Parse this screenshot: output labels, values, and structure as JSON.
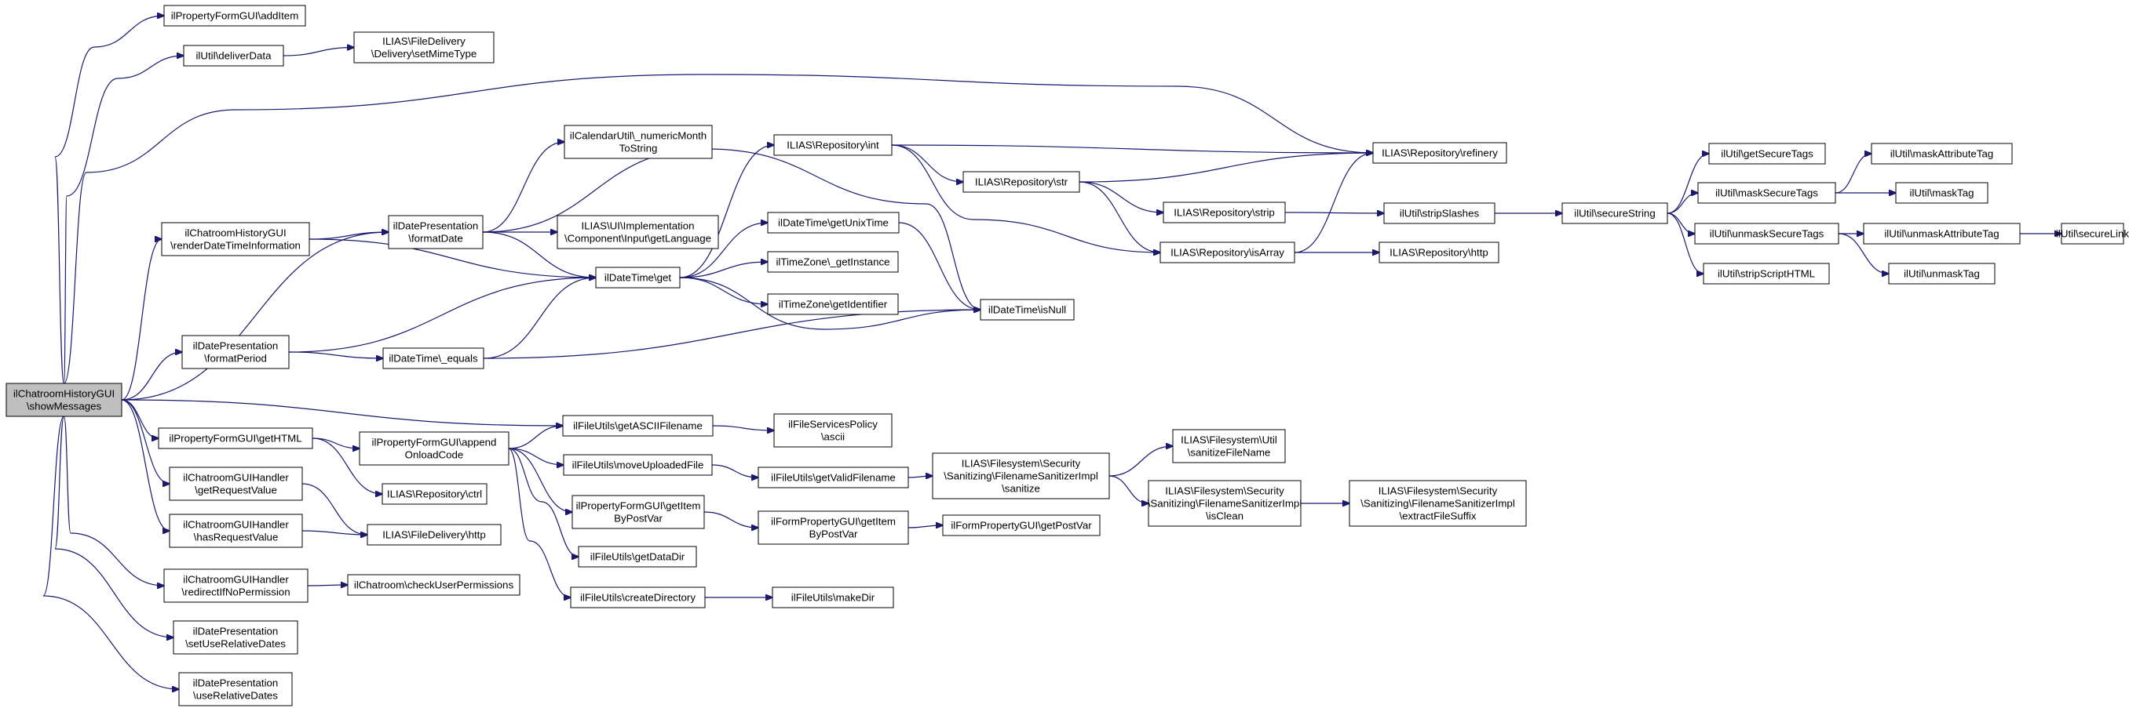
{
  "diagram": {
    "title": "",
    "root_node": "showMessages",
    "colors": {
      "edge": "#191970",
      "root_fill": "#bfbfbf",
      "node_fill": "#ffffff",
      "node_border": "#000000"
    },
    "nodes": [
      {
        "id": "showMessages",
        "lines": [
          "ilChatroomHistoryGUI",
          "\\showMessages"
        ]
      },
      {
        "id": "addItem",
        "lines": [
          "ilPropertyFormGUI\\addItem"
        ]
      },
      {
        "id": "deliverData",
        "lines": [
          "ilUtil\\deliverData"
        ]
      },
      {
        "id": "setMimeType",
        "lines": [
          "ILIAS\\FileDelivery",
          "\\Delivery\\setMimeType"
        ]
      },
      {
        "id": "renderDateTime",
        "lines": [
          "ilChatroomHistoryGUI",
          "\\renderDateTimeInformation"
        ]
      },
      {
        "id": "formatPeriod",
        "lines": [
          "ilDatePresentation",
          "\\formatPeriod"
        ]
      },
      {
        "id": "getHTML",
        "lines": [
          "ilPropertyFormGUI\\getHTML"
        ]
      },
      {
        "id": "getRequestValue",
        "lines": [
          "ilChatroomGUIHandler",
          "\\getRequestValue"
        ]
      },
      {
        "id": "hasRequestValue",
        "lines": [
          "ilChatroomGUIHandler",
          "\\hasRequestValue"
        ]
      },
      {
        "id": "redirectIfNoPermission",
        "lines": [
          "ilChatroomGUIHandler",
          "\\redirectIfNoPermission"
        ]
      },
      {
        "id": "setUseRelativeDates",
        "lines": [
          "ilDatePresentation",
          "\\setUseRelativeDates"
        ]
      },
      {
        "id": "useRelativeDates",
        "lines": [
          "ilDatePresentation",
          "\\useRelativeDates"
        ]
      },
      {
        "id": "formatDate",
        "lines": [
          "ilDatePresentation",
          "\\formatDate"
        ]
      },
      {
        "id": "equals",
        "lines": [
          "ilDateTime\\_equals"
        ]
      },
      {
        "id": "appendOnloadCode",
        "lines": [
          "ilPropertyFormGUI\\append",
          "OnloadCode"
        ]
      },
      {
        "id": "repoCtrl",
        "lines": [
          "ILIAS\\Repository\\ctrl"
        ]
      },
      {
        "id": "fileDeliveryHttp",
        "lines": [
          "ILIAS\\FileDelivery\\http"
        ]
      },
      {
        "id": "checkUserPermissions",
        "lines": [
          "ilChatroom\\checkUserPermissions"
        ]
      },
      {
        "id": "numericMonth",
        "lines": [
          "ilCalendarUtil\\_numericMonth",
          "ToString"
        ]
      },
      {
        "id": "getLanguage",
        "lines": [
          "ILIAS\\UI\\Implementation",
          "\\Component\\Input\\getLanguage"
        ]
      },
      {
        "id": "dtGet",
        "lines": [
          "ilDateTime\\get"
        ]
      },
      {
        "id": "getASCIIFilename",
        "lines": [
          "ilFileUtils\\getASCIIFilename"
        ]
      },
      {
        "id": "moveUploadedFile",
        "lines": [
          "ilFileUtils\\moveUploadedFile"
        ]
      },
      {
        "id": "pfGetItemByPostVar",
        "lines": [
          "ilPropertyFormGUI\\getItem",
          "ByPostVar"
        ]
      },
      {
        "id": "getDataDir",
        "lines": [
          "ilFileUtils\\getDataDir"
        ]
      },
      {
        "id": "createDirectory",
        "lines": [
          "ilFileUtils\\createDirectory"
        ]
      },
      {
        "id": "repoInt",
        "lines": [
          "ILIAS\\Repository\\int"
        ]
      },
      {
        "id": "getUnixTime",
        "lines": [
          "ilDateTime\\getUnixTime"
        ]
      },
      {
        "id": "getInstance",
        "lines": [
          "ilTimeZone\\_getInstance"
        ]
      },
      {
        "id": "getIdentifier",
        "lines": [
          "ilTimeZone\\getIdentifier"
        ]
      },
      {
        "id": "asciiPolicy",
        "lines": [
          "ilFileServicesPolicy",
          "\\ascii"
        ]
      },
      {
        "id": "getValidFilename",
        "lines": [
          "ilFileUtils\\getValidFilename"
        ]
      },
      {
        "id": "fpGetItemByPostVar",
        "lines": [
          "ilFormPropertyGUI\\getItem",
          "ByPostVar"
        ]
      },
      {
        "id": "makeDir",
        "lines": [
          "ilFileUtils\\makeDir"
        ]
      },
      {
        "id": "repoStr",
        "lines": [
          "ILIAS\\Repository\\str"
        ]
      },
      {
        "id": "isNull",
        "lines": [
          "ilDateTime\\isNull"
        ]
      },
      {
        "id": "sanitize",
        "lines": [
          "ILIAS\\Filesystem\\Security",
          "\\Sanitizing\\FilenameSanitizerImpl",
          "\\sanitize"
        ]
      },
      {
        "id": "getPostVar",
        "lines": [
          "ilFormPropertyGUI\\getPostVar"
        ]
      },
      {
        "id": "repoStrip",
        "lines": [
          "ILIAS\\Repository\\strip"
        ]
      },
      {
        "id": "repoIsArray",
        "lines": [
          "ILIAS\\Repository\\isArray"
        ]
      },
      {
        "id": "sanitizeFileName",
        "lines": [
          "ILIAS\\Filesystem\\Util",
          "\\sanitizeFileName"
        ]
      },
      {
        "id": "isClean",
        "lines": [
          "ILIAS\\Filesystem\\Security",
          "\\Sanitizing\\FilenameSanitizerImpl",
          "\\isClean"
        ]
      },
      {
        "id": "refinery",
        "lines": [
          "ILIAS\\Repository\\refinery"
        ]
      },
      {
        "id": "stripSlashes",
        "lines": [
          "ilUtil\\stripSlashes"
        ]
      },
      {
        "id": "repoHttp",
        "lines": [
          "ILIAS\\Repository\\http"
        ]
      },
      {
        "id": "extractFileSuffix",
        "lines": [
          "ILIAS\\Filesystem\\Security",
          "\\Sanitizing\\FilenameSanitizerImpl",
          "\\extractFileSuffix"
        ]
      },
      {
        "id": "secureString",
        "lines": [
          "ilUtil\\secureString"
        ]
      },
      {
        "id": "getSecureTags",
        "lines": [
          "ilUtil\\getSecureTags"
        ]
      },
      {
        "id": "maskSecureTags",
        "lines": [
          "ilUtil\\maskSecureTags"
        ]
      },
      {
        "id": "unmaskSecureTags",
        "lines": [
          "ilUtil\\unmaskSecureTags"
        ]
      },
      {
        "id": "stripScriptHTML",
        "lines": [
          "ilUtil\\stripScriptHTML"
        ]
      },
      {
        "id": "maskAttributeTag",
        "lines": [
          "ilUtil\\maskAttributeTag"
        ]
      },
      {
        "id": "maskTag",
        "lines": [
          "ilUtil\\maskTag"
        ]
      },
      {
        "id": "unmaskAttributeTag",
        "lines": [
          "ilUtil\\unmaskAttributeTag"
        ]
      },
      {
        "id": "unmaskTag",
        "lines": [
          "ilUtil\\unmaskTag"
        ]
      },
      {
        "id": "secureLink",
        "lines": [
          "ilUtil\\secureLink"
        ]
      }
    ],
    "edges": [
      [
        "showMessages",
        "addItem"
      ],
      [
        "showMessages",
        "deliverData"
      ],
      [
        "showMessages",
        "refinery"
      ],
      [
        "showMessages",
        "renderDateTime"
      ],
      [
        "showMessages",
        "formatPeriod"
      ],
      [
        "showMessages",
        "getHTML"
      ],
      [
        "showMessages",
        "getRequestValue"
      ],
      [
        "showMessages",
        "hasRequestValue"
      ],
      [
        "showMessages",
        "redirectIfNoPermission"
      ],
      [
        "showMessages",
        "setUseRelativeDates"
      ],
      [
        "showMessages",
        "useRelativeDates"
      ],
      [
        "showMessages",
        "formatDate"
      ],
      [
        "showMessages",
        "getASCIIFilename"
      ],
      [
        "deliverData",
        "setMimeType"
      ],
      [
        "renderDateTime",
        "formatDate"
      ],
      [
        "renderDateTime",
        "dtGet"
      ],
      [
        "formatPeriod",
        "dtGet"
      ],
      [
        "formatPeriod",
        "equals"
      ],
      [
        "formatDate",
        "numericMonth"
      ],
      [
        "formatDate",
        "getLanguage"
      ],
      [
        "formatDate",
        "dtGet"
      ],
      [
        "formatDate",
        "isNull"
      ],
      [
        "equals",
        "dtGet"
      ],
      [
        "equals",
        "isNull"
      ],
      [
        "getHTML",
        "appendOnloadCode"
      ],
      [
        "getHTML",
        "repoCtrl"
      ],
      [
        "getRequestValue",
        "fileDeliveryHttp"
      ],
      [
        "hasRequestValue",
        "fileDeliveryHttp"
      ],
      [
        "redirectIfNoPermission",
        "checkUserPermissions"
      ],
      [
        "appendOnloadCode",
        "getASCIIFilename"
      ],
      [
        "appendOnloadCode",
        "moveUploadedFile"
      ],
      [
        "appendOnloadCode",
        "pfGetItemByPostVar"
      ],
      [
        "appendOnloadCode",
        "getDataDir"
      ],
      [
        "appendOnloadCode",
        "createDirectory"
      ],
      [
        "dtGet",
        "repoInt"
      ],
      [
        "dtGet",
        "getUnixTime"
      ],
      [
        "dtGet",
        "getInstance"
      ],
      [
        "dtGet",
        "getIdentifier"
      ],
      [
        "dtGet",
        "isNull"
      ],
      [
        "getUnixTime",
        "isNull"
      ],
      [
        "getASCIIFilename",
        "asciiPolicy"
      ],
      [
        "moveUploadedFile",
        "getValidFilename"
      ],
      [
        "pfGetItemByPostVar",
        "fpGetItemByPostVar"
      ],
      [
        "fpGetItemByPostVar",
        "getPostVar"
      ],
      [
        "createDirectory",
        "makeDir"
      ],
      [
        "getValidFilename",
        "sanitize"
      ],
      [
        "sanitize",
        "sanitizeFileName"
      ],
      [
        "sanitize",
        "isClean"
      ],
      [
        "isClean",
        "extractFileSuffix"
      ],
      [
        "repoInt",
        "refinery"
      ],
      [
        "repoInt",
        "repoStr"
      ],
      [
        "repoInt",
        "repoIsArray"
      ],
      [
        "repoStr",
        "refinery"
      ],
      [
        "repoStr",
        "repoStrip"
      ],
      [
        "repoStr",
        "repoIsArray"
      ],
      [
        "repoStrip",
        "stripSlashes"
      ],
      [
        "repoIsArray",
        "refinery"
      ],
      [
        "repoIsArray",
        "repoHttp"
      ],
      [
        "stripSlashes",
        "secureString"
      ],
      [
        "secureString",
        "getSecureTags"
      ],
      [
        "secureString",
        "maskSecureTags"
      ],
      [
        "secureString",
        "unmaskSecureTags"
      ],
      [
        "secureString",
        "stripScriptHTML"
      ],
      [
        "maskSecureTags",
        "maskAttributeTag"
      ],
      [
        "maskSecureTags",
        "maskTag"
      ],
      [
        "unmaskSecureTags",
        "unmaskAttributeTag"
      ],
      [
        "unmaskSecureTags",
        "unmaskTag"
      ],
      [
        "unmaskAttributeTag",
        "secureLink"
      ]
    ]
  }
}
